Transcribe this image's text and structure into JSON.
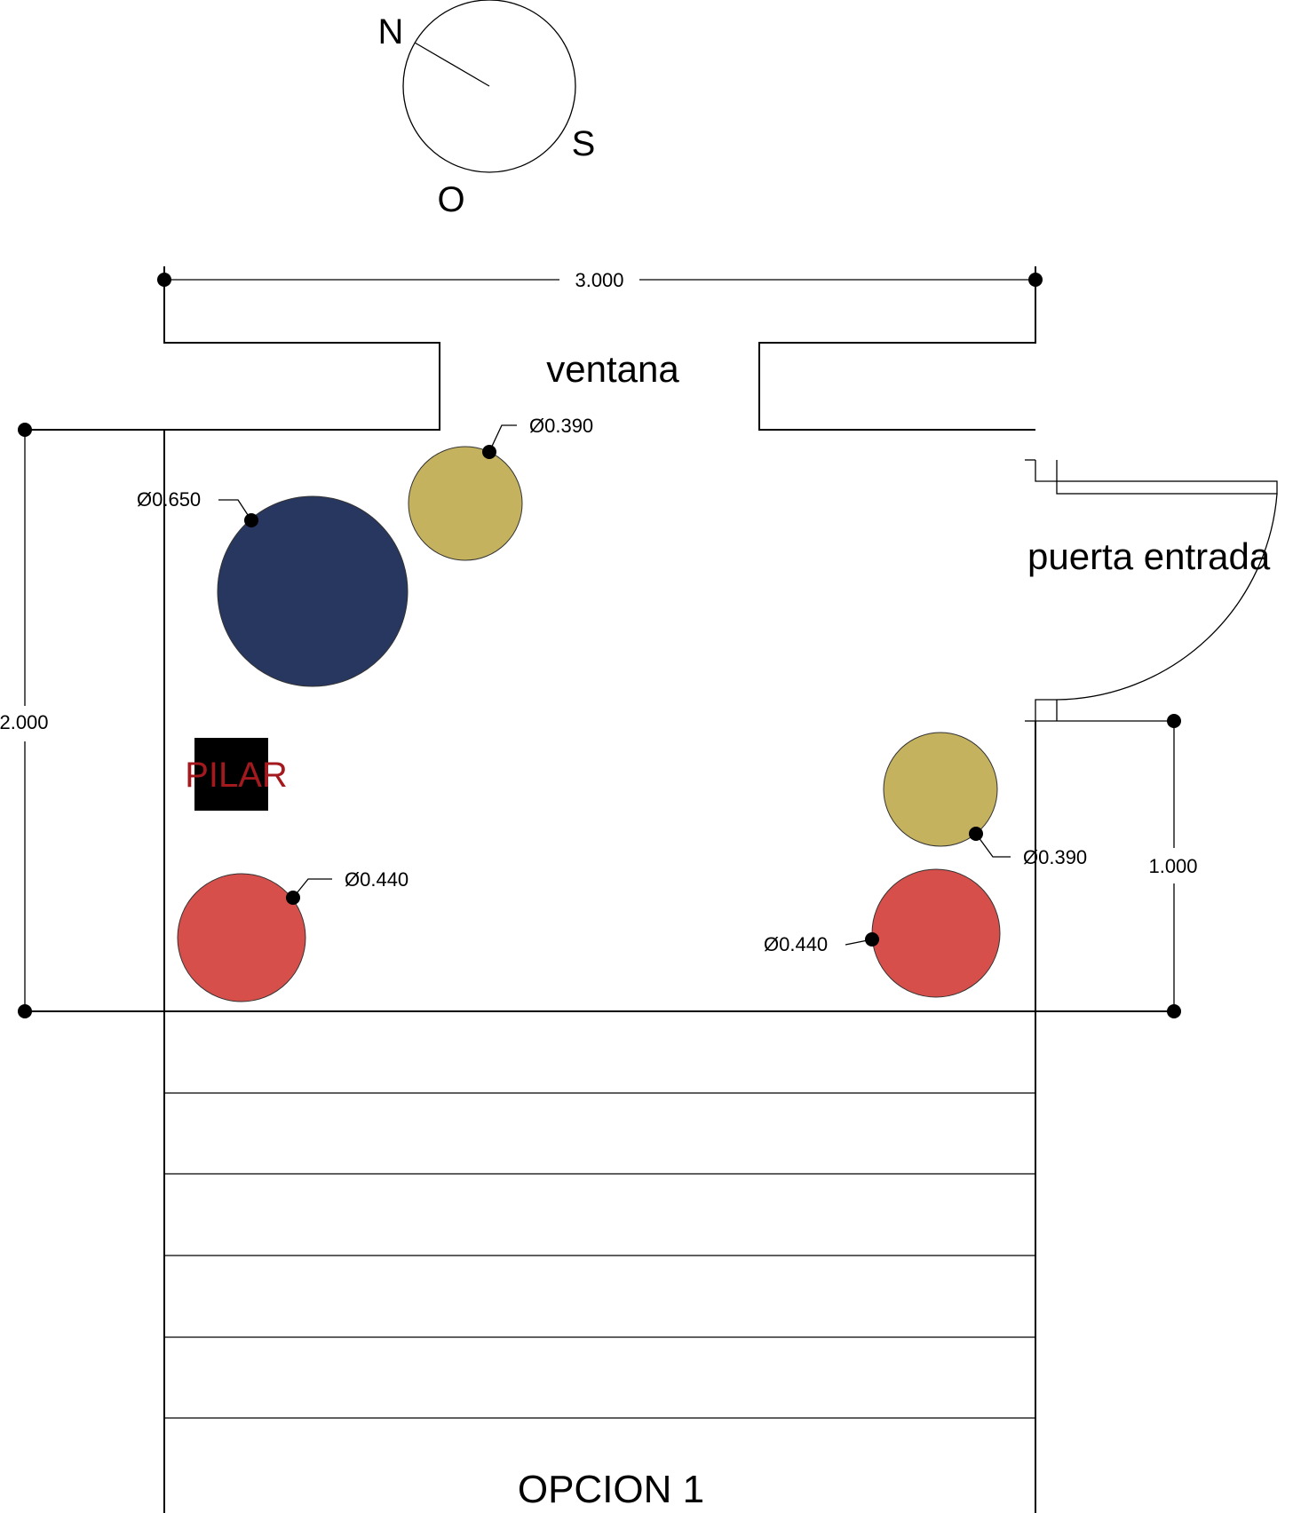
{
  "compass": {
    "n": "N",
    "s": "S",
    "o": "O"
  },
  "dimensions": {
    "width": "3.000",
    "height": "2.000",
    "door_side": "1.000"
  },
  "labels": {
    "window": "ventana",
    "door": "puerta entrada",
    "pillar": "PILAR",
    "title": "OPCION 1"
  },
  "circles": [
    {
      "id": "blue",
      "label": "Ø0.650",
      "color": "#283760"
    },
    {
      "id": "khaki-top",
      "label": "Ø0.390",
      "color": "#c4b25f"
    },
    {
      "id": "khaki-right",
      "label": "Ø0.390",
      "color": "#c4b25f"
    },
    {
      "id": "red-left",
      "label": "Ø0.440",
      "color": "#d64f4a"
    },
    {
      "id": "red-right",
      "label": "Ø0.440",
      "color": "#d64f4a"
    }
  ],
  "colors": {
    "pillar": "#000000",
    "pillar_text": "#a3191e"
  }
}
